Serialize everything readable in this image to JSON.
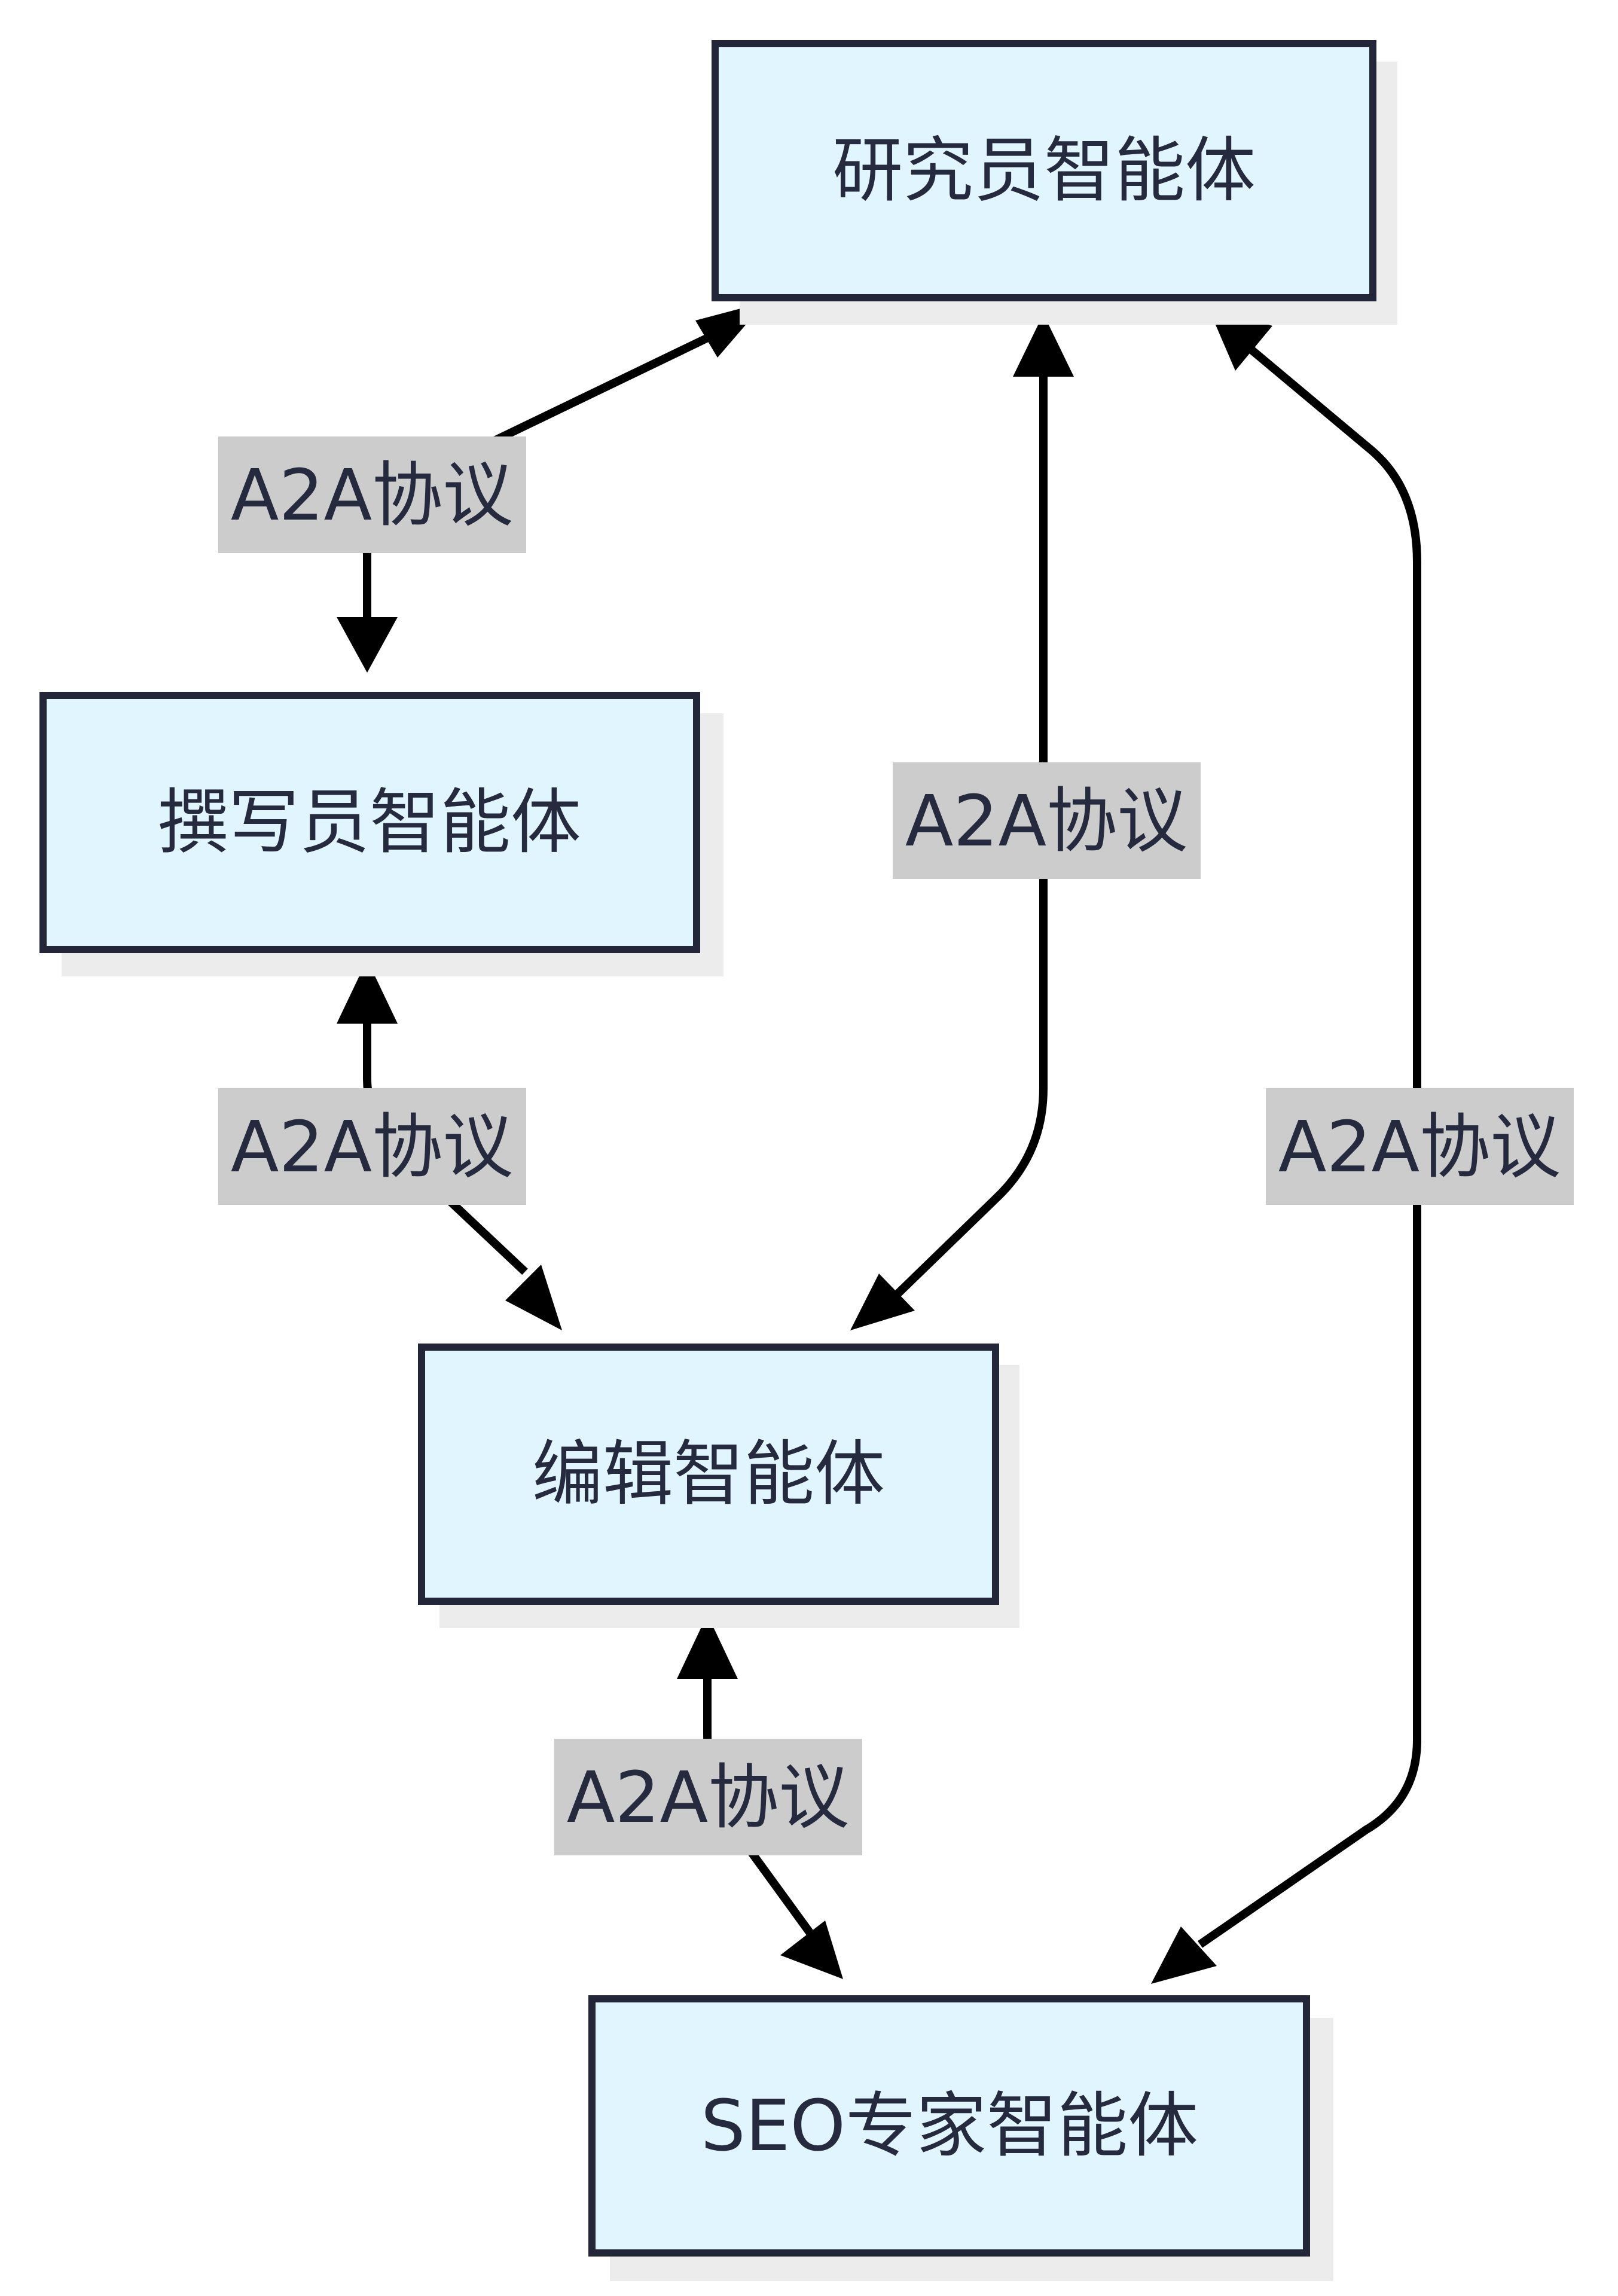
{
  "colors": {
    "node_fill": "#e1f5fe",
    "node_border": "#232638",
    "edge": "#000000",
    "label_background": "#cccccc",
    "text": "#262a3e"
  },
  "nodes": {
    "researcher": {
      "label": "研究员智能体"
    },
    "writer": {
      "label": "撰写员智能体"
    },
    "editor": {
      "label": "编辑智能体"
    },
    "seo": {
      "label": "SEO专家智能体"
    }
  },
  "edges": {
    "researcher_writer": {
      "from": "researcher",
      "to": "writer",
      "direction": "both",
      "label": "A2A协议"
    },
    "researcher_editor": {
      "from": "researcher",
      "to": "editor",
      "direction": "both",
      "label": "A2A协议"
    },
    "researcher_seo": {
      "from": "researcher",
      "to": "seo",
      "direction": "both",
      "label": "A2A协议"
    },
    "writer_editor": {
      "from": "writer",
      "to": "editor",
      "direction": "both",
      "label": "A2A协议"
    },
    "editor_seo": {
      "from": "editor",
      "to": "seo",
      "direction": "both",
      "label": "A2A协议"
    }
  }
}
